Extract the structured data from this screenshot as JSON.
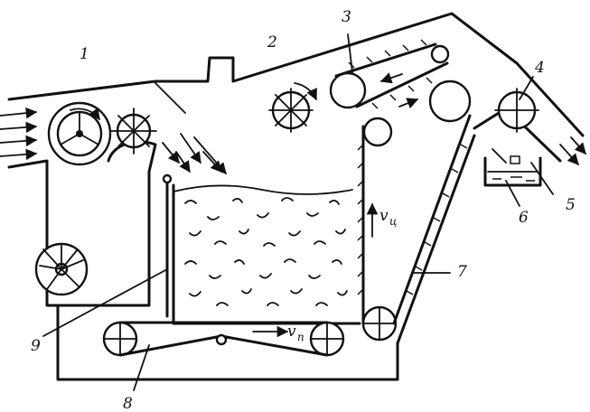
{
  "labels": {
    "n1": "1",
    "n2": "2",
    "n3": "3",
    "n4": "4",
    "n5": "5",
    "n6": "6",
    "n7": "7",
    "n8": "8",
    "n9": "9"
  },
  "velocities": {
    "vertical": {
      "symbol": "v",
      "subscript": "ц"
    },
    "horizontal": {
      "symbol": "v",
      "subscript": "п"
    }
  }
}
